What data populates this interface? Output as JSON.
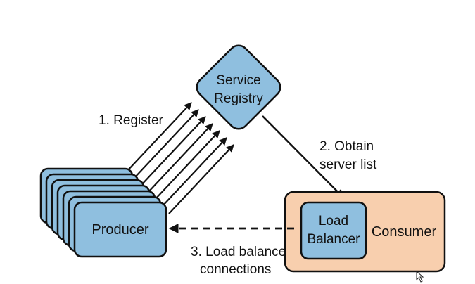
{
  "colors": {
    "box_fill": "#8fbfdf",
    "box_stroke": "#111111",
    "consumer_fill": "#f8cfae",
    "arrow": "#111111",
    "background": "#ffffff"
  },
  "service_registry": {
    "line1": "Service",
    "line2": "Registry"
  },
  "producer": {
    "label": "Producer"
  },
  "consumer": {
    "label": "Consumer",
    "load_balancer_line1": "Load",
    "load_balancer_line2": "Balancer"
  },
  "steps": {
    "register": "1. Register",
    "obtain_line1": "2. Obtain",
    "obtain_line2": "server list",
    "balance_line1": "3. Load balance",
    "balance_line2": "connections"
  }
}
